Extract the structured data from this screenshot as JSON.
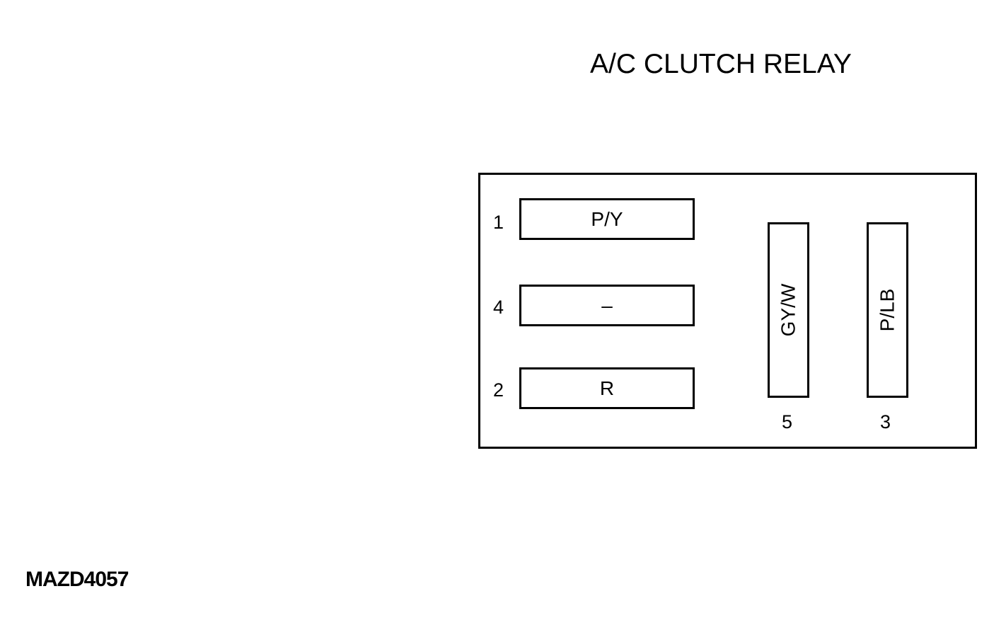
{
  "diagram": {
    "title": "A/C CLUTCH RELAY",
    "reference_code": "MAZD4057",
    "terminals": [
      {
        "pin": "1",
        "wire": "P/Y"
      },
      {
        "pin": "4",
        "wire": "–"
      },
      {
        "pin": "2",
        "wire": "R"
      },
      {
        "pin": "5",
        "wire": "GY/W"
      },
      {
        "pin": "3",
        "wire": "P/LB"
      }
    ]
  }
}
